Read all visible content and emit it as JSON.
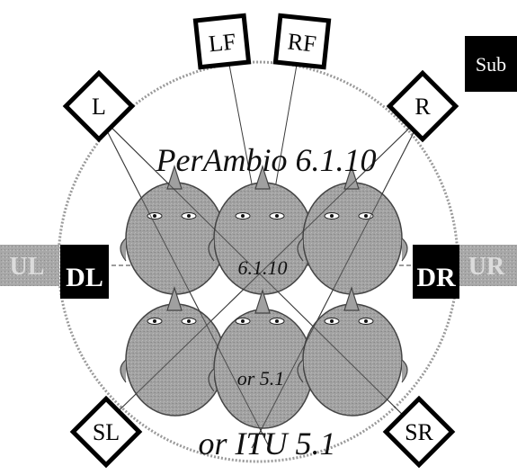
{
  "speakers": {
    "lf": "LF",
    "rf": "RF",
    "l": "L",
    "r": "R",
    "sl": "SL",
    "sr": "SR",
    "ul": "UL",
    "ur": "UR",
    "dl": "DL",
    "dr": "DR",
    "sub": "Sub"
  },
  "labels": {
    "title": "PerAmbio 6.1.10",
    "center_format": "6.1.10",
    "alt_small": "or 5.1",
    "alt_title": "or ITU 5.1"
  },
  "colors": {
    "black": "#000000",
    "white": "#ffffff",
    "grey_box": "#a8a8a8",
    "grey_text": "#d9d9d9",
    "head_fill": "#a0a0a0",
    "circle": "#9a9a9a",
    "line": "#3a3a3a"
  }
}
